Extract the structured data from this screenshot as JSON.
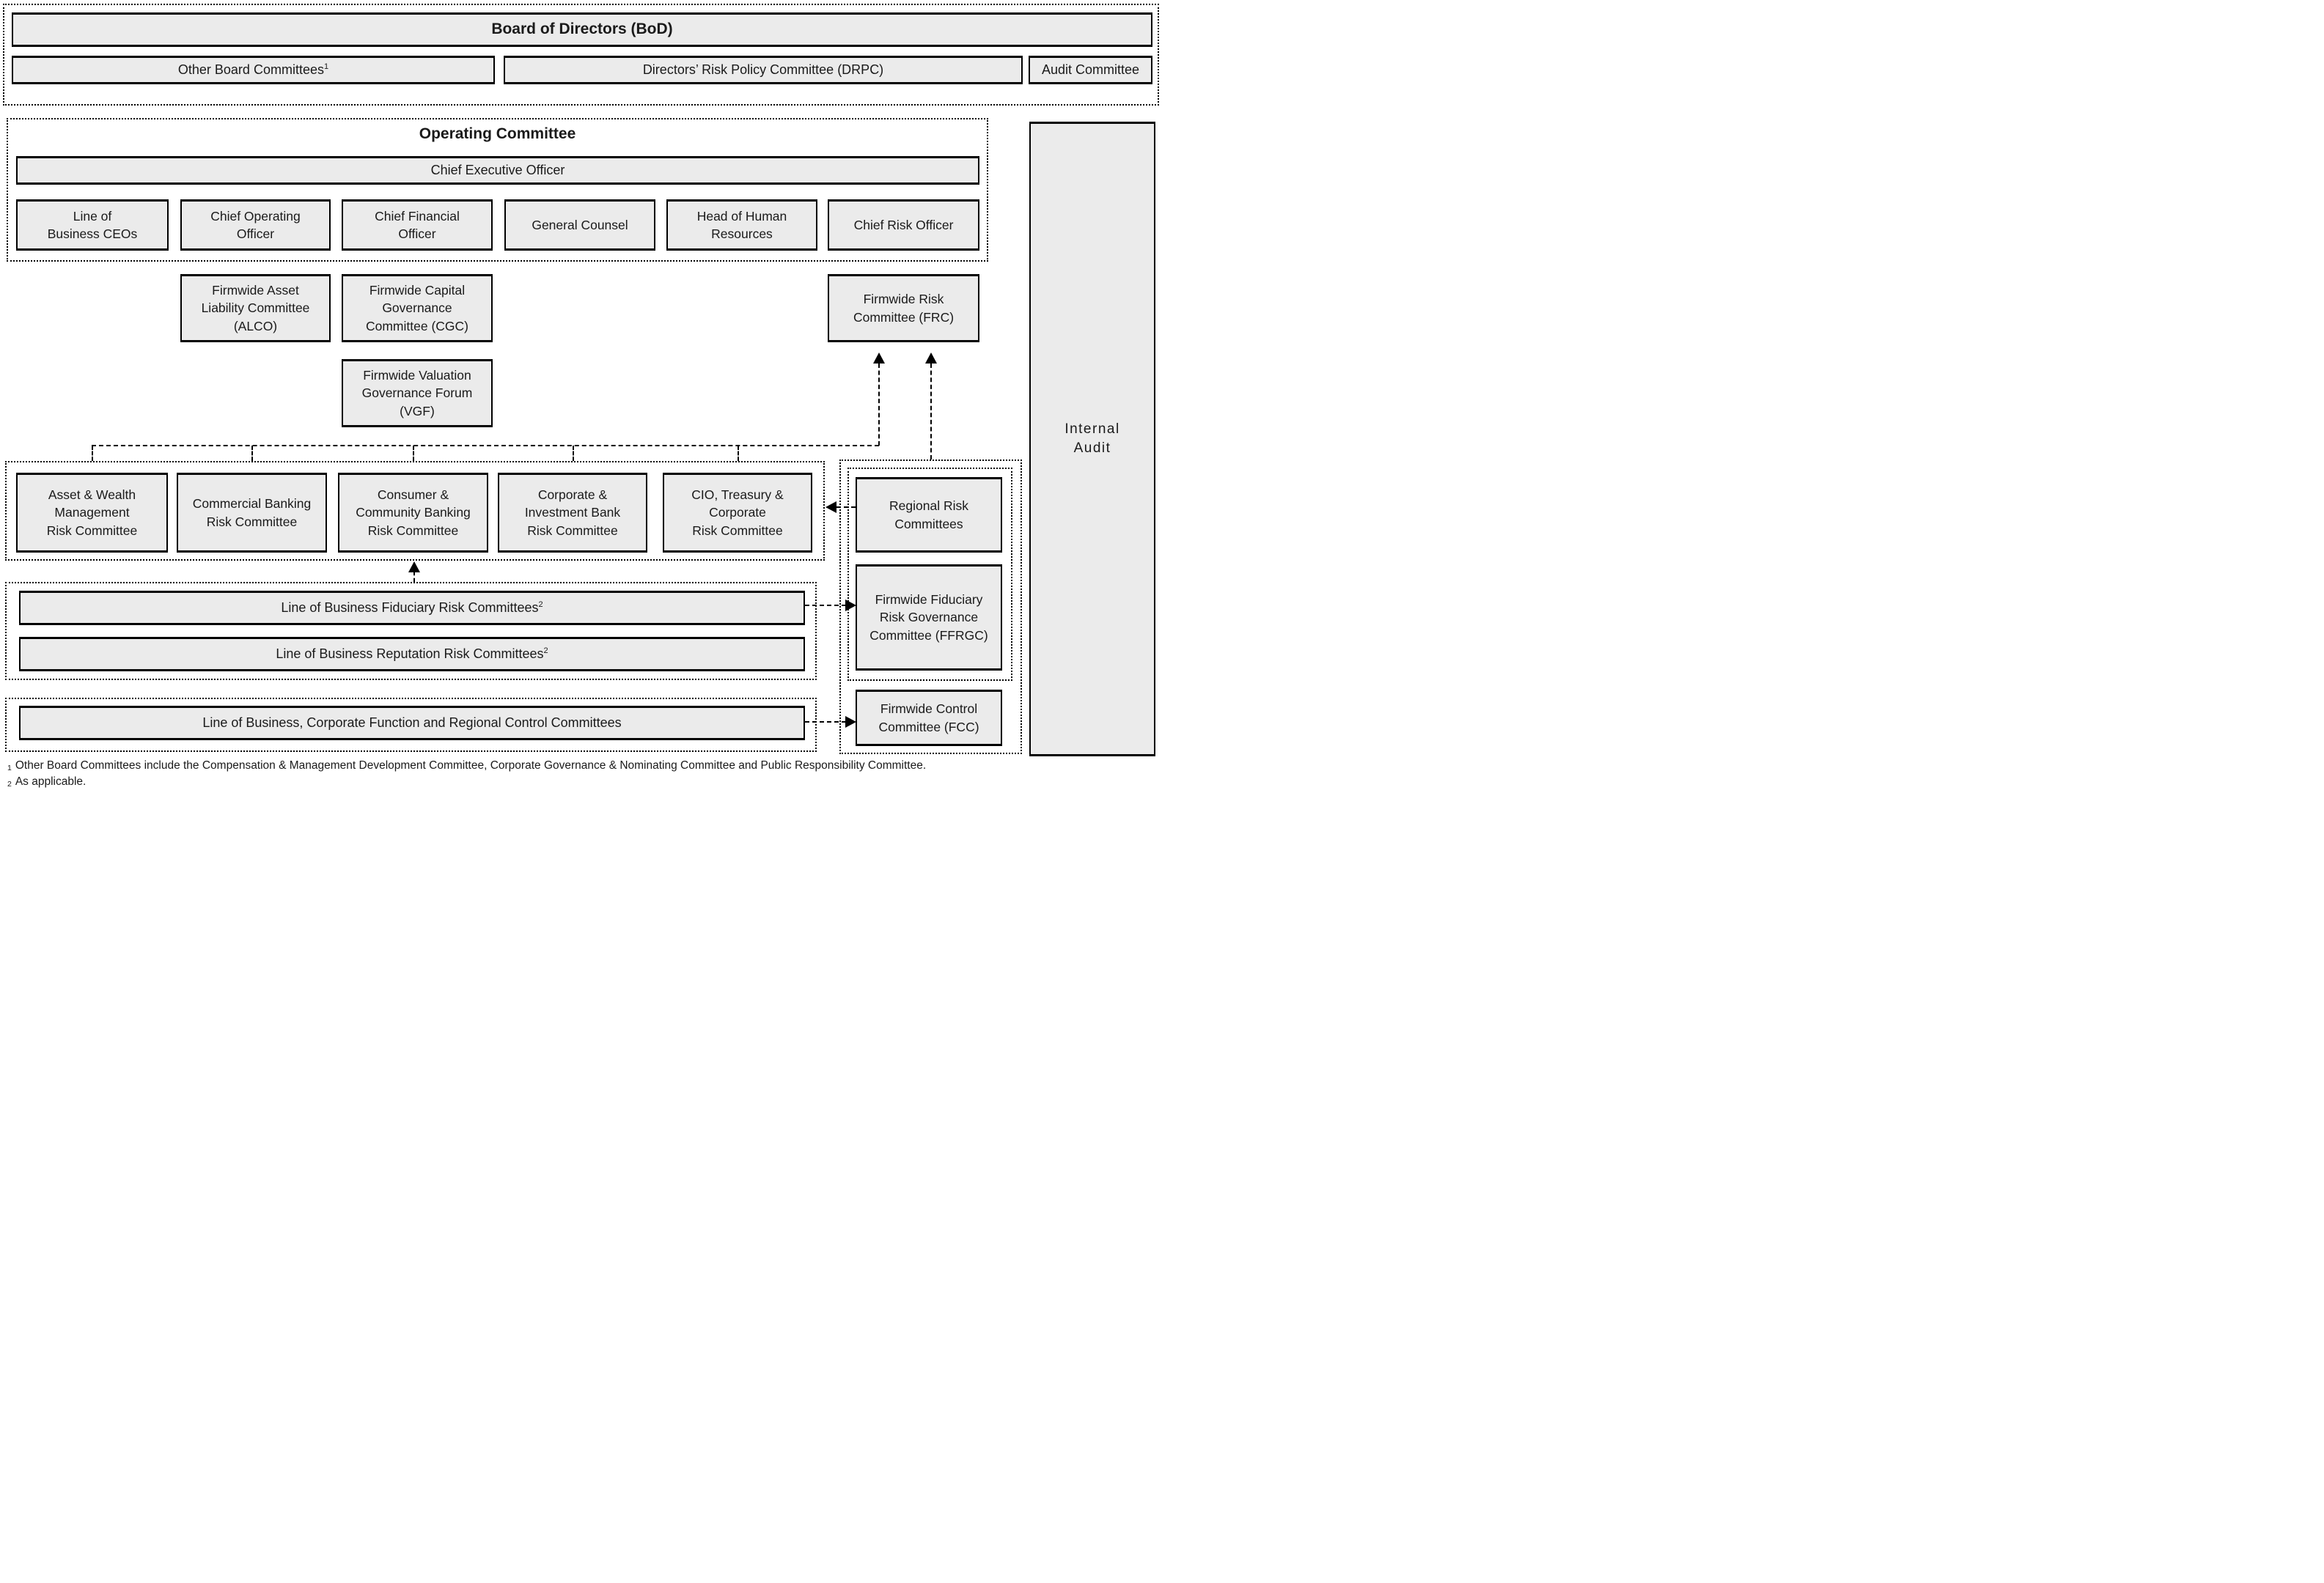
{
  "page": {
    "background": "#ffffff",
    "box_fill": "#ebebeb",
    "line_color": "#000000",
    "text_color": "#1a1a1a"
  },
  "board": {
    "title": "Board of Directors (BoD)",
    "committees": [
      {
        "label": "Other Board Committees",
        "sup": "1"
      },
      {
        "label": "Directors’ Risk Policy Committee (DRPC)",
        "sup": ""
      },
      {
        "label": "Audit Committee",
        "sup": ""
      }
    ]
  },
  "operating": {
    "title": "Operating Committee",
    "ceo_label": "Chief Executive Officer",
    "members": [
      [
        "Line of",
        "Business CEOs"
      ],
      [
        "Chief Operating",
        "Officer"
      ],
      [
        "Chief Financial",
        "Officer"
      ],
      [
        "General Counsel"
      ],
      [
        "Head of Human",
        "Resources"
      ],
      [
        "Chief Risk Officer"
      ]
    ]
  },
  "firmwide": {
    "alco": [
      "Firmwide Asset",
      "Liability Committee",
      "(ALCO)"
    ],
    "cgc": [
      "Firmwide Capital",
      "Governance",
      "Committee (CGC)"
    ],
    "frc": [
      "Firmwide Risk",
      "Committee (FRC)"
    ],
    "vgf": [
      "Firmwide Valuation",
      "Governance Forum",
      "(VGF)"
    ]
  },
  "lob_risk_committees": [
    [
      "Asset & Wealth",
      "Management",
      "Risk Committee"
    ],
    [
      "Commercial Banking",
      "Risk Committee"
    ],
    [
      "Consumer &",
      "Community Banking",
      "Risk Committee"
    ],
    [
      "Corporate &",
      "Investment Bank",
      "Risk Committee"
    ],
    [
      "CIO, Treasury &",
      "Corporate",
      "Risk Committee"
    ]
  ],
  "right_column": {
    "regional": [
      "Regional Risk",
      "Committees"
    ],
    "ffrgc": [
      "Firmwide Fiduciary",
      "Risk Governance",
      "Committee (FFRGC)"
    ],
    "fcc": [
      "Firmwide Control",
      "Committee (FCC)"
    ]
  },
  "lob_bars": {
    "fiduciary": {
      "label": "Line of Business Fiduciary Risk Committees",
      "sup": "2"
    },
    "reputation": {
      "label": "Line of Business Reputation Risk Committees",
      "sup": "2"
    },
    "control": {
      "label": "Line of Business, Corporate Function and Regional Control Committees",
      "sup": ""
    }
  },
  "internal_audit": [
    "Internal",
    "Audit"
  ],
  "footnotes": [
    {
      "marker": "1",
      "text": "Other Board Committees include the Compensation & Management Development Committee, Corporate Governance & Nominating Committee and Public Responsibility Committee."
    },
    {
      "marker": "2",
      "text": "As applicable."
    }
  ]
}
